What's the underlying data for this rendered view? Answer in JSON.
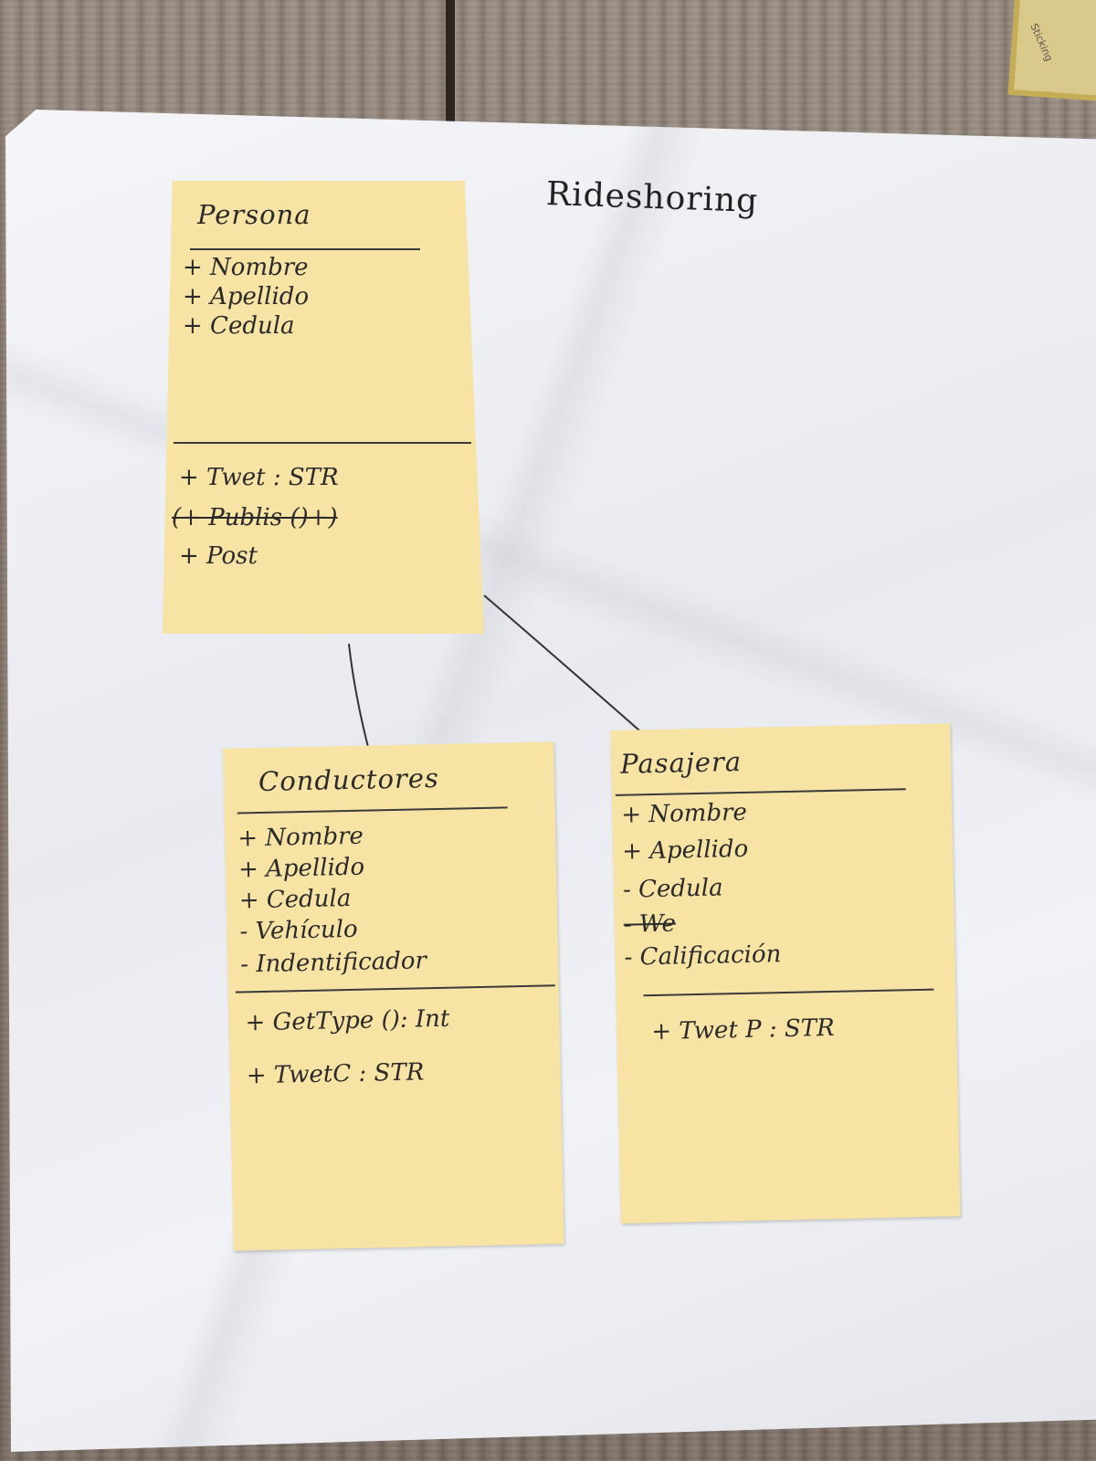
{
  "title": "Rideshoring",
  "frame_label": "Sticking",
  "classes": [
    {
      "name": "Persona",
      "attributes": [
        "+ Nombre",
        "+ Apellido",
        "+ Cedula"
      ],
      "methods": [
        "+ Twet : STR",
        "(+ Publis ()+)",
        "+ Post"
      ]
    },
    {
      "name": "Conductores",
      "attributes": [
        "+ Nombre",
        "+ Apellido",
        "+ Cedula",
        "- Vehículo",
        "- Indentificador"
      ],
      "methods": [
        "+ GetType (): Int",
        "+ TwetC : STR"
      ]
    },
    {
      "name": "Pasajera",
      "attributes": [
        "+ Nombre",
        "+ Apellido",
        "- Cedula",
        "- We",
        "- Calificación"
      ],
      "methods": [
        "+ Twet P : STR"
      ]
    }
  ],
  "colors": {
    "sticky_note": "#f7e3a4",
    "paper": "#eef0f4",
    "ink": "#2a2a2a",
    "wood": "#8a7d72"
  }
}
